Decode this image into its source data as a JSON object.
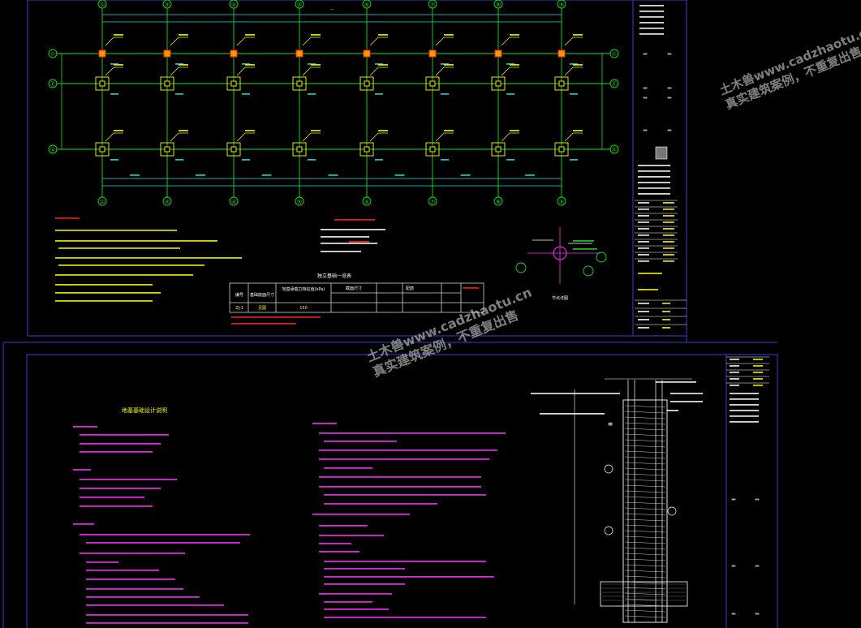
{
  "viewer": {
    "background": "#000000",
    "palette": {
      "frame": "#3b3bd6",
      "grid_axis": "#18e018",
      "dimension": "#22e0e0",
      "column": "#ffff00",
      "note_red": "#ff2020",
      "note_magenta": "#ff30ff",
      "table_line": "#d0d0d0",
      "title_block": "#ffffff"
    }
  },
  "watermark": {
    "line1": "土木兽www.cadzhaotu.cn",
    "line2": "真实建筑案例，不重复出售"
  },
  "sheet1": {
    "axis_labels_top": [
      "①",
      "②",
      "④",
      "⑤",
      "⑥",
      "⑦",
      "⑧",
      "⑨"
    ],
    "axis_labels_side": [
      "©",
      "Ⓔ",
      "Ⓑ"
    ],
    "detail_caption": "节点详图",
    "table_title": "独立基础一览表",
    "table_headers": [
      "编号",
      "基础底面尺寸",
      "地基承载力特征值(kPa)",
      "截面尺寸",
      "配筋"
    ],
    "table_row": [
      "ZJ-1",
      "见图",
      "150",
      "",
      "",
      "",
      "",
      ""
    ]
  },
  "sheet2": {
    "title": "地基基础设计说明"
  }
}
